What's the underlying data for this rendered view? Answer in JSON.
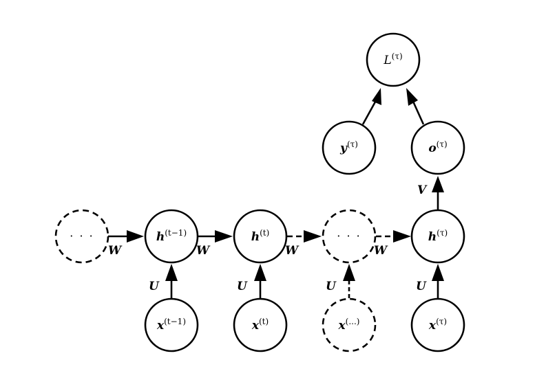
{
  "nodes": {
    "loss": {
      "base": "L",
      "sup": "(τ)"
    },
    "y": {
      "base": "y",
      "sup": "(τ)"
    },
    "o": {
      "base": "o",
      "sup": "(τ)"
    },
    "h_prev_dots": {
      "text": "· · ·"
    },
    "h_tm1": {
      "base": "h",
      "sup": "(t−1)"
    },
    "h_t": {
      "base": "h",
      "sup": "(t)"
    },
    "h_mid_dots": {
      "text": "· · ·"
    },
    "h_tau": {
      "base": "h",
      "sup": "(τ)"
    },
    "x_tm1": {
      "base": "x",
      "sup": "(t−1)"
    },
    "x_t": {
      "base": "x",
      "sup": "(t)"
    },
    "x_dots": {
      "base": "x",
      "sup": "(...)"
    },
    "x_tau": {
      "base": "x",
      "sup": "(τ)"
    }
  },
  "edge_labels": {
    "w": "W",
    "u": "U",
    "v": "V"
  }
}
